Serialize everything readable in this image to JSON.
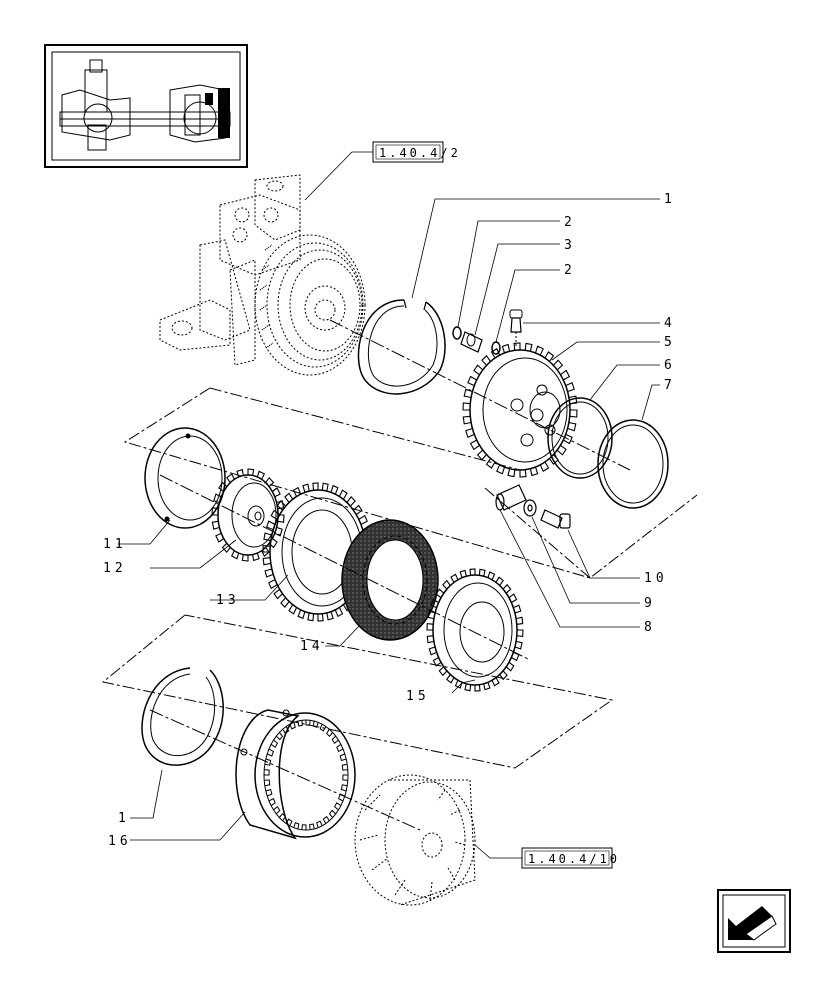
{
  "callouts": {
    "c1_top": "1",
    "c2_top": "2",
    "c3": "3",
    "c2_mid": "2",
    "c4": "4",
    "c5": "5",
    "c6": "6",
    "c7": "7",
    "c8": "8",
    "c9": "9",
    "c10": "10",
    "c11": "11",
    "c12": "12",
    "c13": "13",
    "c14": "14",
    "c15": "15",
    "c1_bottom": "1",
    "c16": "16"
  },
  "references": {
    "knuckle_ref": "1.40.4/2",
    "hub_ref": "1.40.4/10"
  },
  "icons": {
    "overview": "axle-assembly-thumbnail-icon",
    "navigate": "previous-page-arrow-icon"
  },
  "colors": {
    "ink": "#000000",
    "paper": "#ffffff"
  }
}
